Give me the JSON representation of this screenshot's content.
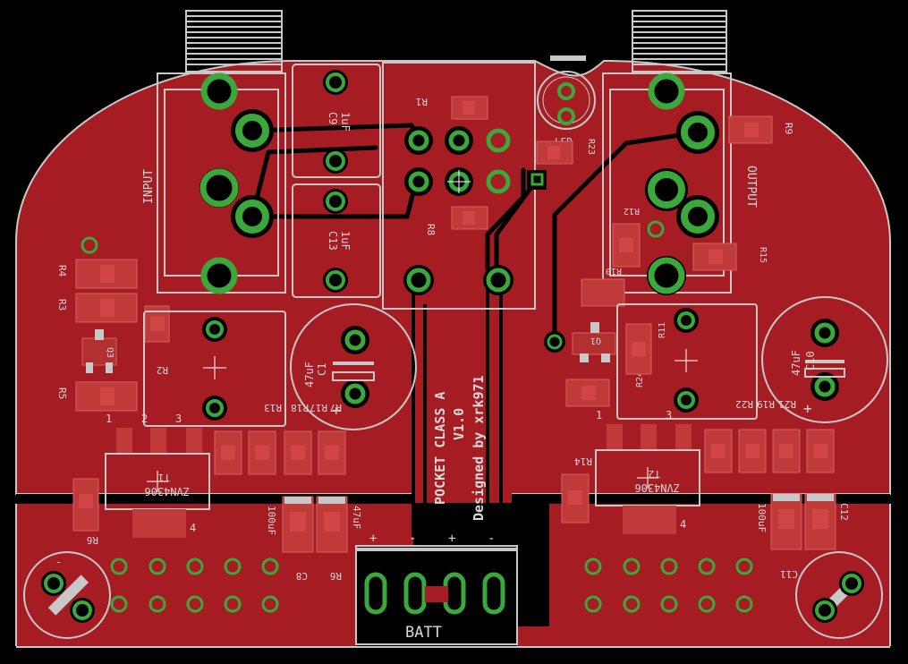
{
  "board": {
    "title": "POCKET CLASS A",
    "version": "V1.0",
    "credit": "Designed by xrk971",
    "colors": {
      "background": "#000000",
      "copper": "#a51d23",
      "silkscreen": "#c8c8c8",
      "pad_ring": "#3aa83a",
      "smd_pad": "#c13a3a"
    }
  },
  "labels": {
    "input": "INPUT",
    "output": "OUTPUT",
    "batt": "BATT",
    "led": "LED",
    "r1": "R1",
    "r2": "R2",
    "r3": "R3",
    "r4": "R4",
    "r5": "R5",
    "r6": "R6",
    "r8": "R8",
    "r9": "R9",
    "r10": "R10",
    "r11": "R11",
    "r12": "R12",
    "r14": "R14",
    "r15": "R15",
    "r17": "R17",
    "r18": "R18",
    "r19": "R19",
    "r21": "R21",
    "r22": "R22",
    "r23": "R23",
    "r24": "R24",
    "r7": "R7",
    "r13": "R13",
    "c1": "C1",
    "c9": "C9",
    "c11": "C11",
    "c13": "C13",
    "c8": "C8",
    "c10": "C10",
    "c12": "C12",
    "q1": "Q1",
    "q3": "Q3",
    "t1": "T1",
    "t2": "T2",
    "cap47": "47uF",
    "cap1": "1uF",
    "cap100": "100uF",
    "zvn": "ZVN4306",
    "pin1": "1",
    "pin2": "2",
    "pin3": "3",
    "pin4": "4",
    "plus": "+",
    "minus": "-"
  }
}
